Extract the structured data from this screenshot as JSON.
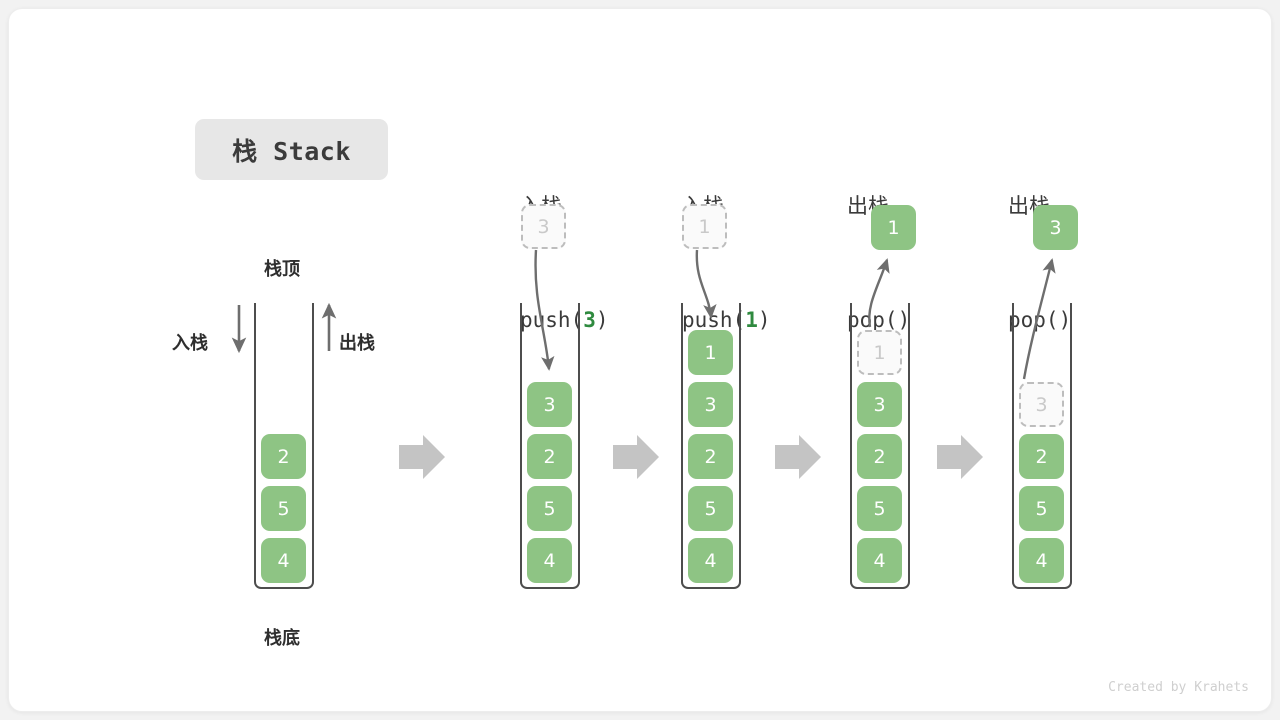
{
  "title": {
    "text": "栈 Stack",
    "bg": "#e7e7e7"
  },
  "colors": {
    "cell_green": "#8ec484",
    "ghost_border": "#bdbdbd",
    "ghost_text": "#c9c9c9",
    "container_stroke": "#4d4d4d",
    "arrow_gray": "#6e6e6e",
    "step_arrow": "#c4c4c4",
    "code_accent": "#2f8a3f",
    "footer_text": "#cfcfcf"
  },
  "base_stack": {
    "top_label": "栈顶",
    "bottom_label": "栈底",
    "push_label": "入栈",
    "pop_label": "出栈",
    "cells": [
      "2",
      "5",
      "4"
    ]
  },
  "steps": [
    {
      "id": "push-3",
      "op_cjk": "入栈",
      "op_code_prefix": "push(",
      "op_code_arg": "3",
      "op_code_suffix": ")",
      "incoming_ghost": "3",
      "incoming_ghost_position": "above",
      "cells": [
        "3",
        "2",
        "5",
        "4"
      ],
      "ghost_in_stack": null,
      "popped_cell": null
    },
    {
      "id": "push-1",
      "op_cjk": "入栈",
      "op_code_prefix": "push(",
      "op_code_arg": "1",
      "op_code_suffix": ")",
      "incoming_ghost": "1",
      "incoming_ghost_position": "above",
      "cells": [
        "1",
        "3",
        "2",
        "5",
        "4"
      ],
      "ghost_in_stack": null,
      "popped_cell": null
    },
    {
      "id": "pop-1",
      "op_cjk": "出栈",
      "op_code_prefix": "pop(",
      "op_code_arg": "",
      "op_code_suffix": ")",
      "incoming_ghost": null,
      "incoming_ghost_position": null,
      "cells": [
        "3",
        "2",
        "5",
        "4"
      ],
      "ghost_in_stack": "1",
      "popped_cell": "1"
    },
    {
      "id": "pop-3",
      "op_cjk": "出栈",
      "op_code_prefix": "pop(",
      "op_code_arg": "",
      "op_code_suffix": ")",
      "incoming_ghost": null,
      "incoming_ghost_position": null,
      "cells": [
        "2",
        "5",
        "4"
      ],
      "ghost_in_stack": "3",
      "popped_cell": "3"
    }
  ],
  "footer": {
    "text": "Created by Krahets"
  }
}
